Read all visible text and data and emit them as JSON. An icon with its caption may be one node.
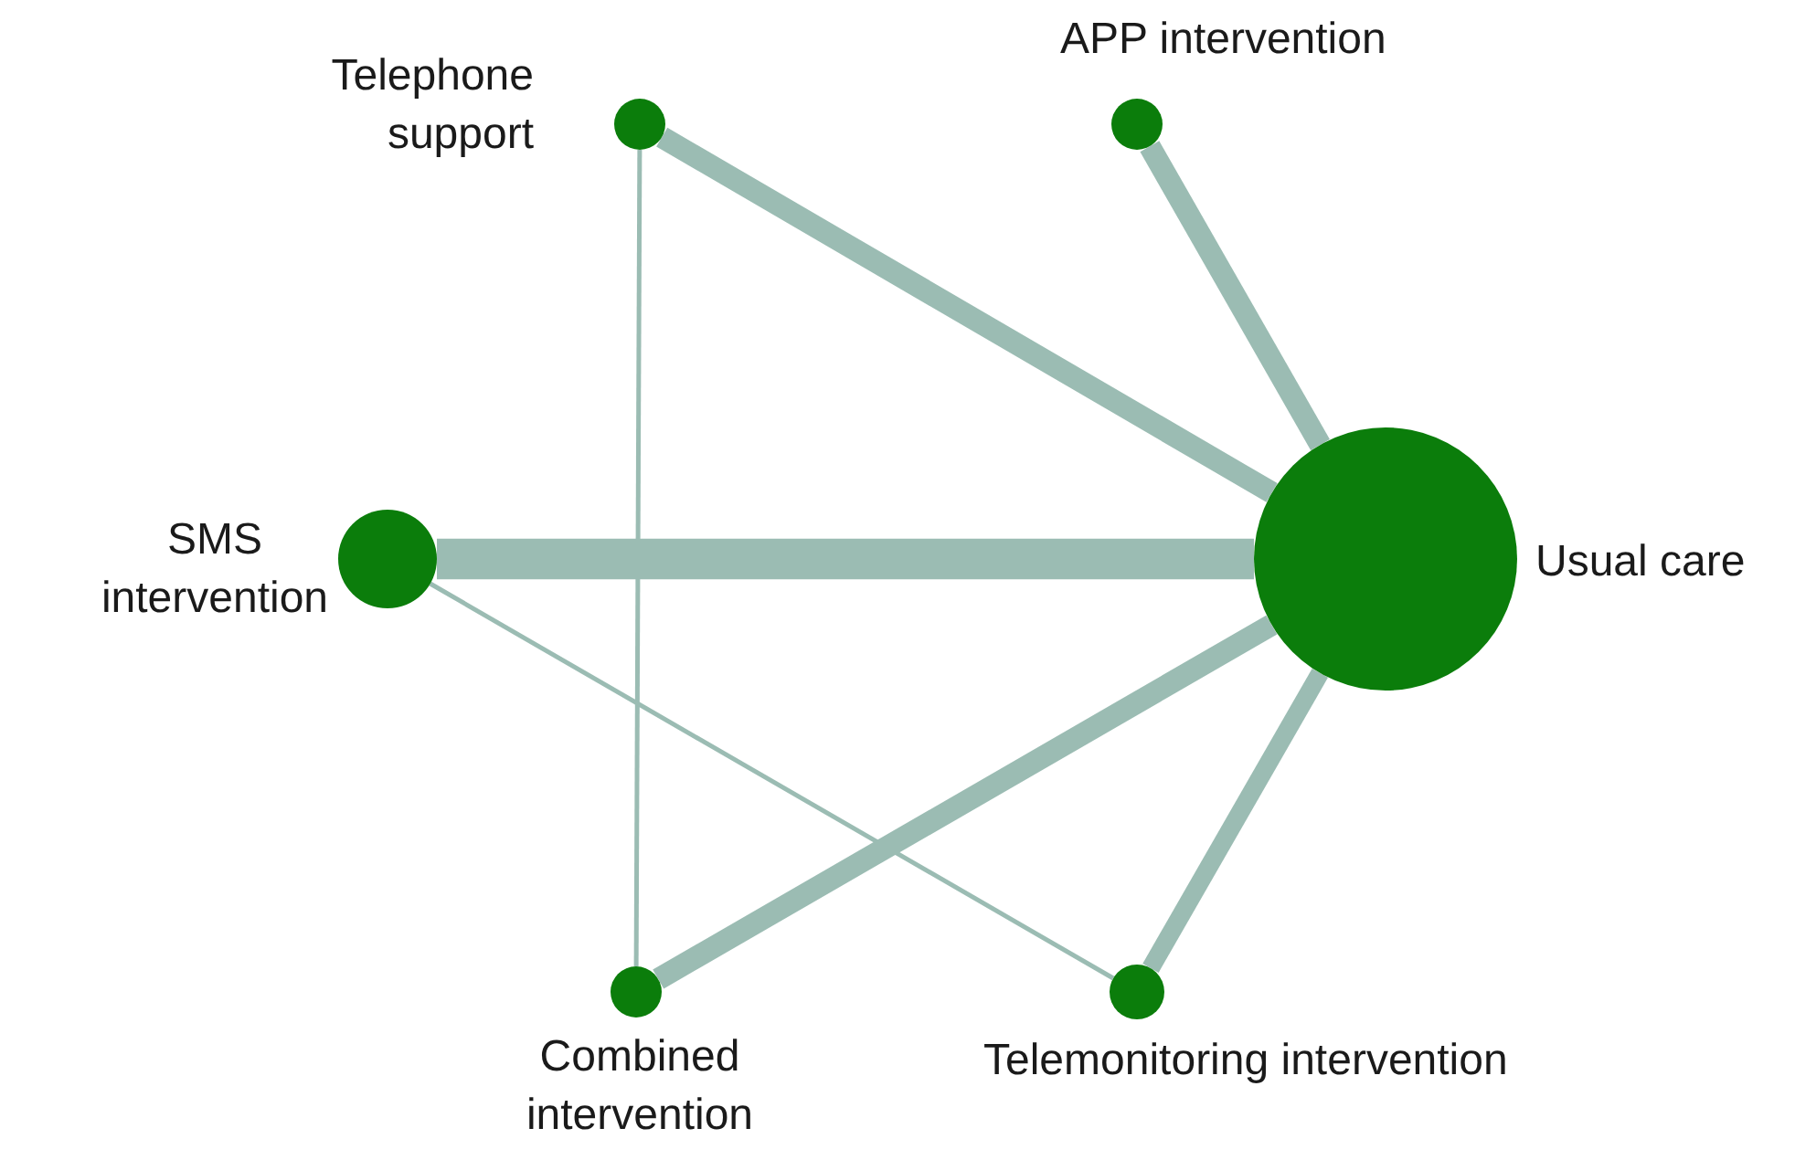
{
  "diagram": {
    "nodes": [
      {
        "text": [],
        "shape": "circle",
        "beside": [
          "Telephone support"
        ]
      },
      {
        "text": [],
        "shape": "circle",
        "beside": [
          "APP intervention"
        ]
      },
      {
        "text": [],
        "shape": "circle",
        "beside": [
          "SMS intervention"
        ]
      },
      {
        "text": [],
        "shape": "circle",
        "beside": [
          "Usual care"
        ]
      },
      {
        "text": [],
        "shape": "circle",
        "beside": [
          "Combined intervention"
        ]
      },
      {
        "text": [],
        "shape": "circle",
        "beside": [
          "Telemonitoring intervention"
        ]
      }
    ],
    "edges": [
      {
        "from": 0,
        "to": 3,
        "arrow": "none"
      },
      {
        "from": 0,
        "to": 4,
        "arrow": "none"
      },
      {
        "from": 1,
        "to": 3,
        "arrow": "none"
      },
      {
        "from": 2,
        "to": 3,
        "arrow": "none",
        "style": "thick"
      },
      {
        "from": 2,
        "to": 5,
        "arrow": "none"
      },
      {
        "from": 4,
        "to": 3,
        "arrow": "none"
      },
      {
        "from": 5,
        "to": 3,
        "arrow": "none"
      }
    ]
  }
}
